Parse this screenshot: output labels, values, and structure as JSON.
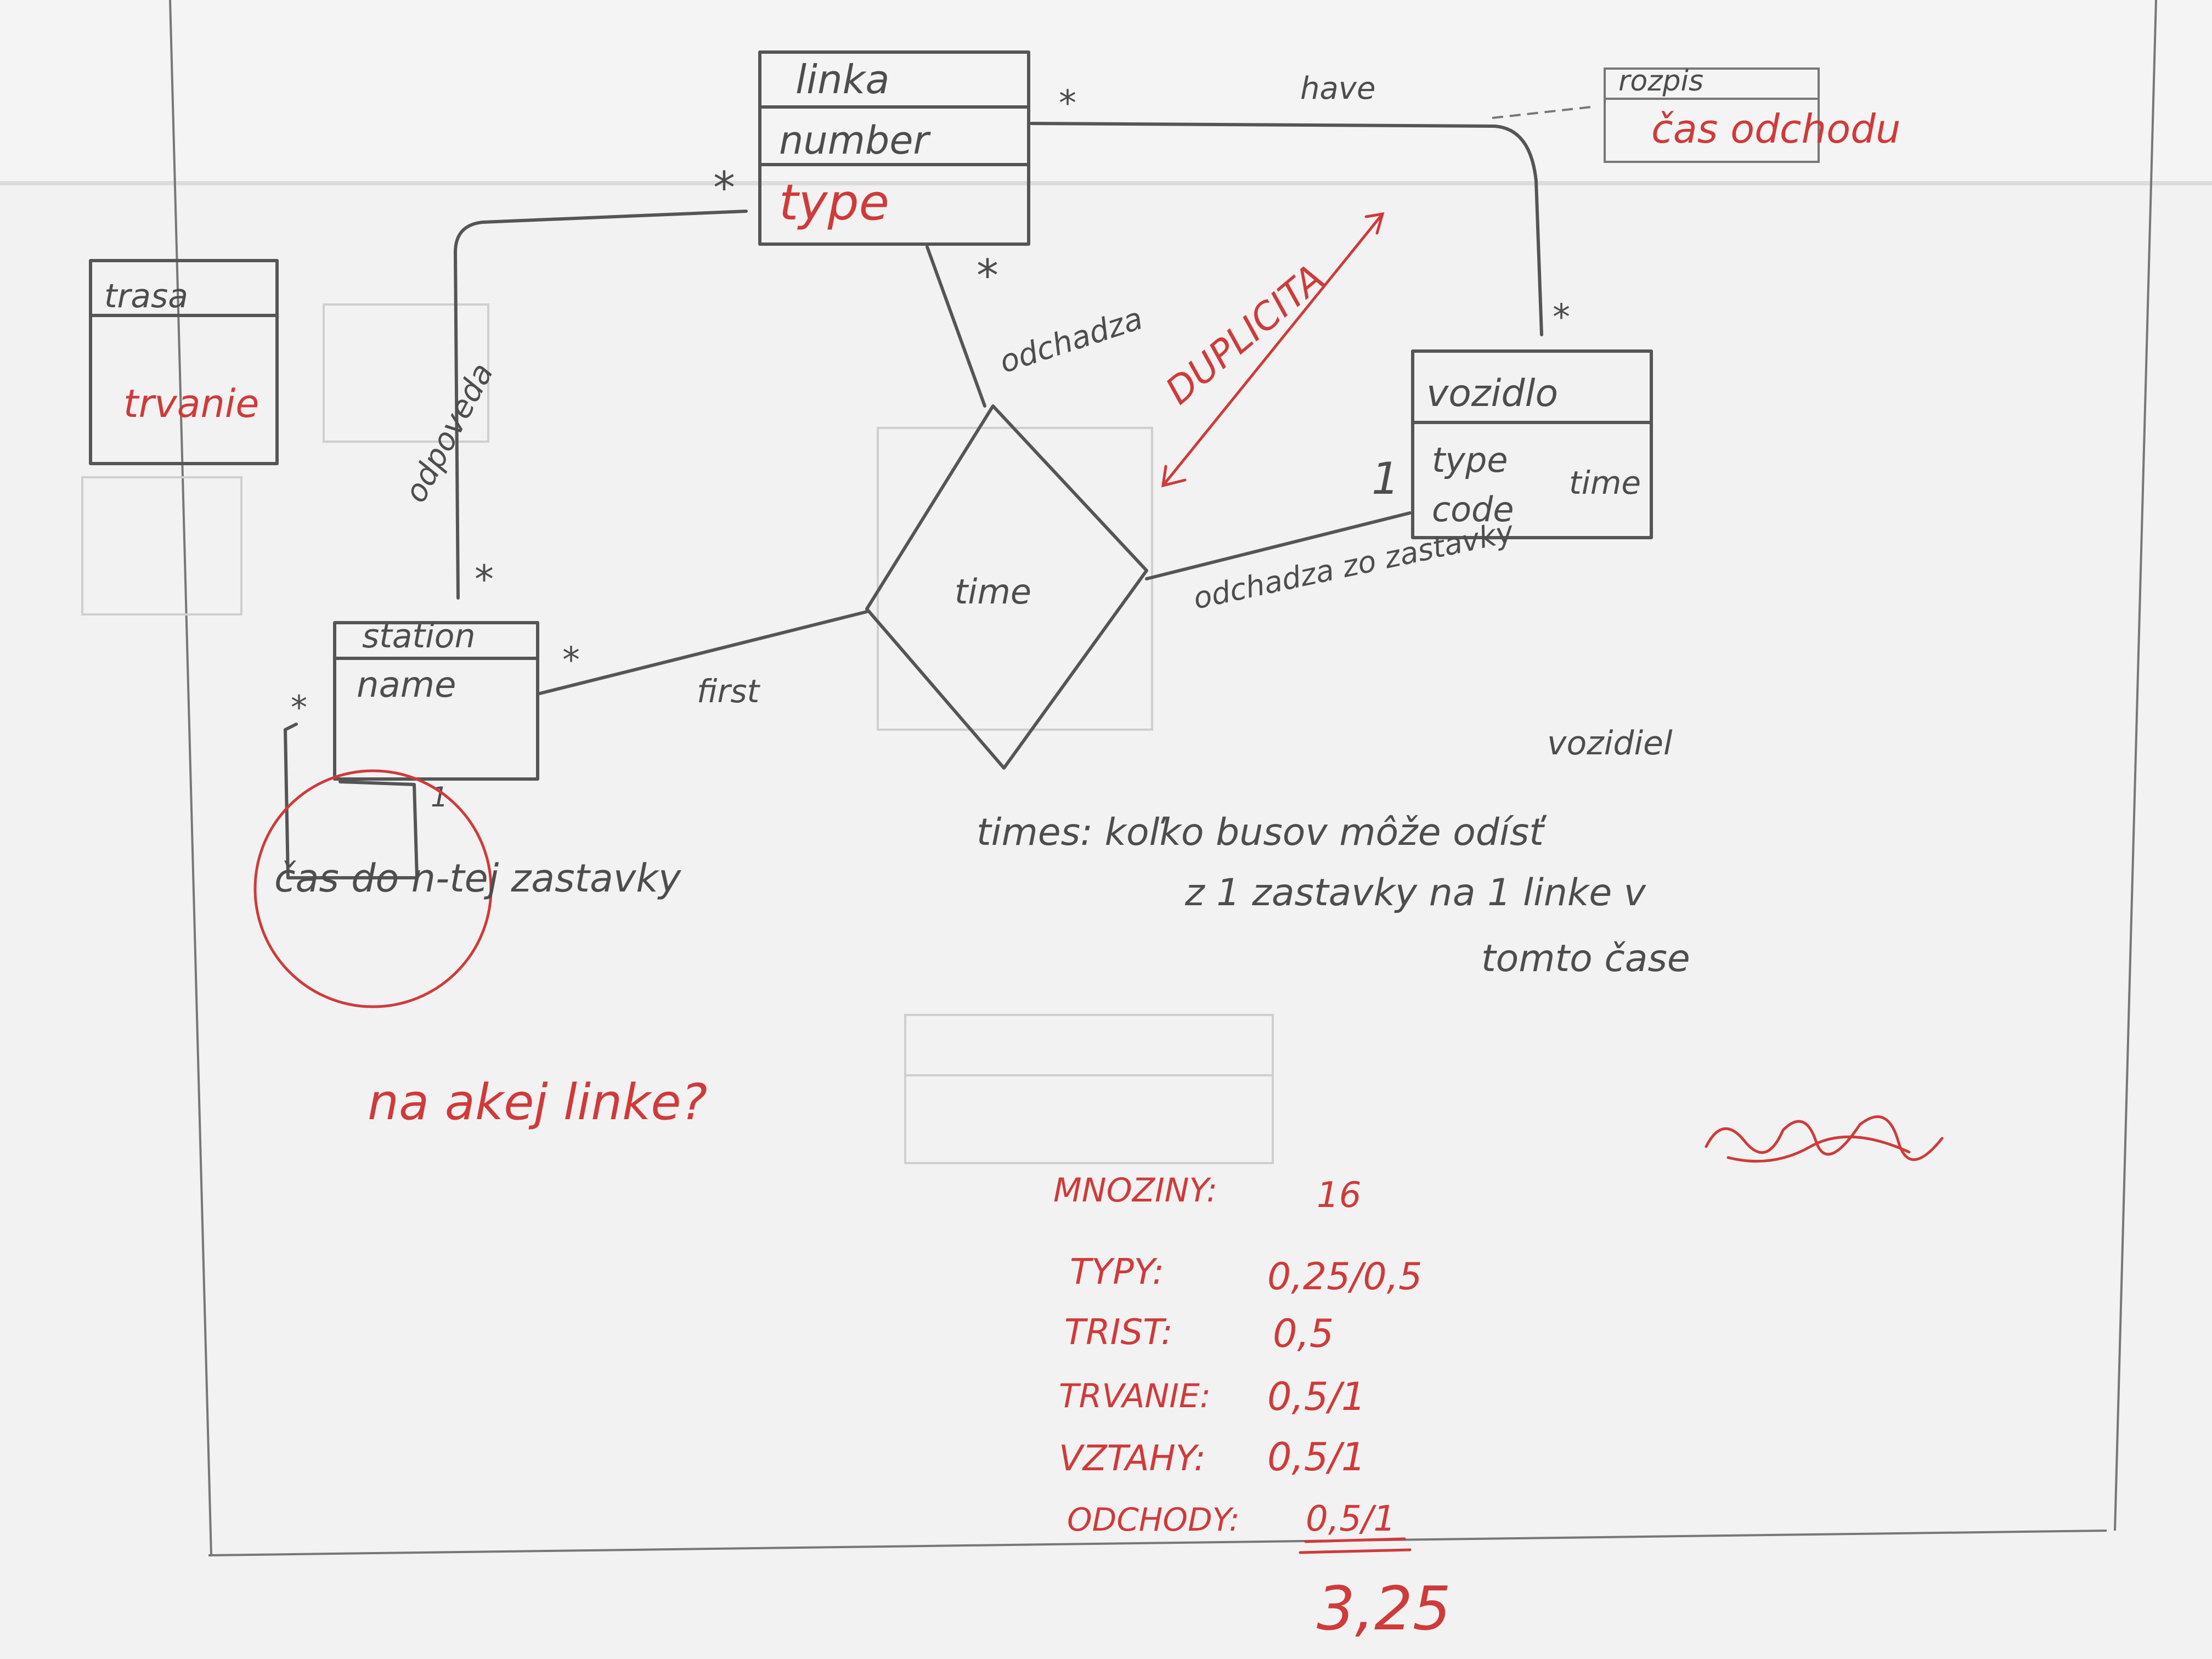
{
  "entities": {
    "linka": {
      "title": "linka",
      "attr1": "number",
      "attr2": "type"
    },
    "vozidlo": {
      "title": "vozidlo",
      "attr1": "type",
      "attr2": "code",
      "attr3": "time"
    },
    "station": {
      "title": "station",
      "attr1": "name"
    },
    "trasa": {
      "title": "trasa",
      "attr1": "trvanie"
    },
    "rozpis": {
      "title": "rozpis",
      "attr1": "čas odchodu"
    },
    "time_rel": {
      "label": "time"
    }
  },
  "relations": {
    "have": "have",
    "odpoveda": "odpoveda",
    "odchadza": "odchadza",
    "odchadza_zo": "odchadza zo zastavky",
    "first": "first",
    "duplicita": "DUPLICITA"
  },
  "multiplicities": {
    "star": "*",
    "one": "1"
  },
  "notes": {
    "cas_do": "čas do n-tej zastavky",
    "na_akej": "na akej linke?",
    "times_line1": "times: koľko busov môže odísť",
    "times_line2": "z 1 zastavky na 1 linke v",
    "times_line3": "tomto čase",
    "vozidiel": "vozidiel"
  },
  "grading": {
    "items": [
      {
        "label": "MNOZINY:",
        "value": "16"
      },
      {
        "label": "TYPY:",
        "value": "0,25/0,5"
      },
      {
        "label": "TRIST:",
        "value": "0,5"
      },
      {
        "label": "TRVANIE:",
        "value": "0,5/1"
      },
      {
        "label": "VZTAHY:",
        "value": "0,5/1"
      },
      {
        "label": "ODCHODY:",
        "value": "0,5/1"
      }
    ],
    "total": "3,25"
  },
  "colors": {
    "pencil": "#4d4d4d",
    "red_pen": "#d03a3a",
    "paper": "#f2f2f2"
  }
}
